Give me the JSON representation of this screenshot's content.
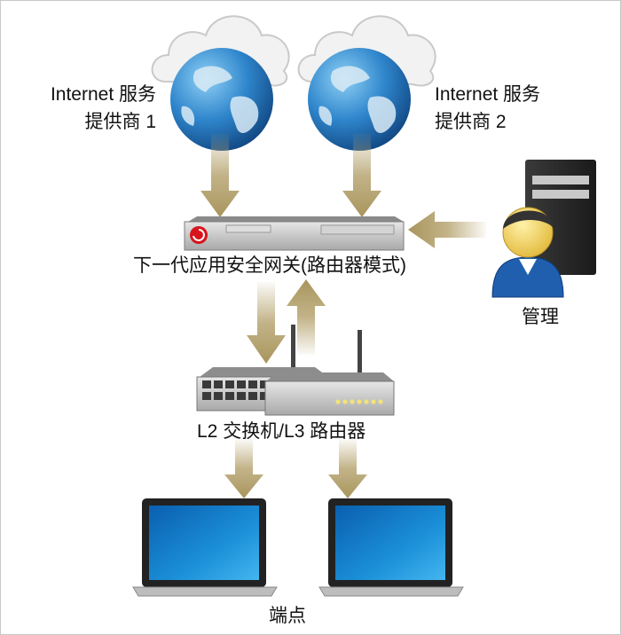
{
  "labels": {
    "isp1_line1": "Internet 服务",
    "isp1_line2": "提供商 1",
    "isp2_line1": "Internet 服务",
    "isp2_line2": "提供商 2",
    "gateway": "下一代应用安全网关(路由器模式)",
    "admin": "管理",
    "switch_router": "L2 交换机/L3 路由器",
    "endpoints": "端点"
  },
  "colors": {
    "arrow": "#b3a06a",
    "globe": "#1f6fb5",
    "screen": "#1b8fd8",
    "logo": "#d8141c"
  }
}
